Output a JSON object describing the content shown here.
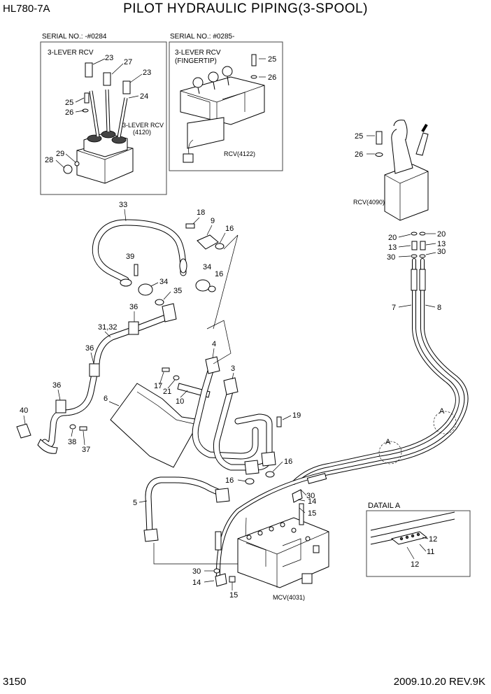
{
  "header": {
    "model": "HL780-7A",
    "title": "PILOT HYDRAULIC PIPING(3-SPOOL)"
  },
  "footer": {
    "page": "3150",
    "date_rev": "2009.10.20  REV.9K"
  },
  "inset_left": {
    "serial": "SERIAL NO.: -#0284",
    "title": "3-LEVER RCV",
    "rcv_label": "3-LEVER RCV",
    "rcv_code": "(4120)"
  },
  "inset_right": {
    "serial": "SERIAL NO.: #0285-",
    "title_line1": "3-LEVER RCV",
    "title_line2": "(FINGERTIP)",
    "rcv_label": "RCV(4122)"
  },
  "labels": {
    "rcv_main": "RCV(4090)",
    "mcv": "MCV(4031)",
    "detail_title": "DATAIL A",
    "marker_a": "A"
  },
  "callouts": {
    "c23": "23",
    "c27": "27",
    "c24": "24",
    "c25": "25",
    "c26": "26",
    "c28": "28",
    "c29": "29",
    "c33": "33",
    "c18": "18",
    "c9": "9",
    "c16": "16",
    "c39": "39",
    "c34": "34",
    "c35": "35",
    "c36": "36",
    "c3132": "31,32",
    "c4": "4",
    "c3": "3",
    "c17": "17",
    "c21": "21",
    "c10": "10",
    "c6": "6",
    "c40": "40",
    "c38": "38",
    "c37": "37",
    "c19": "19",
    "c5": "5",
    "c30": "30",
    "c14": "14",
    "c15": "15",
    "c20": "20",
    "c13": "13",
    "c7": "7",
    "c8": "8",
    "c12": "12",
    "c11": "11"
  }
}
